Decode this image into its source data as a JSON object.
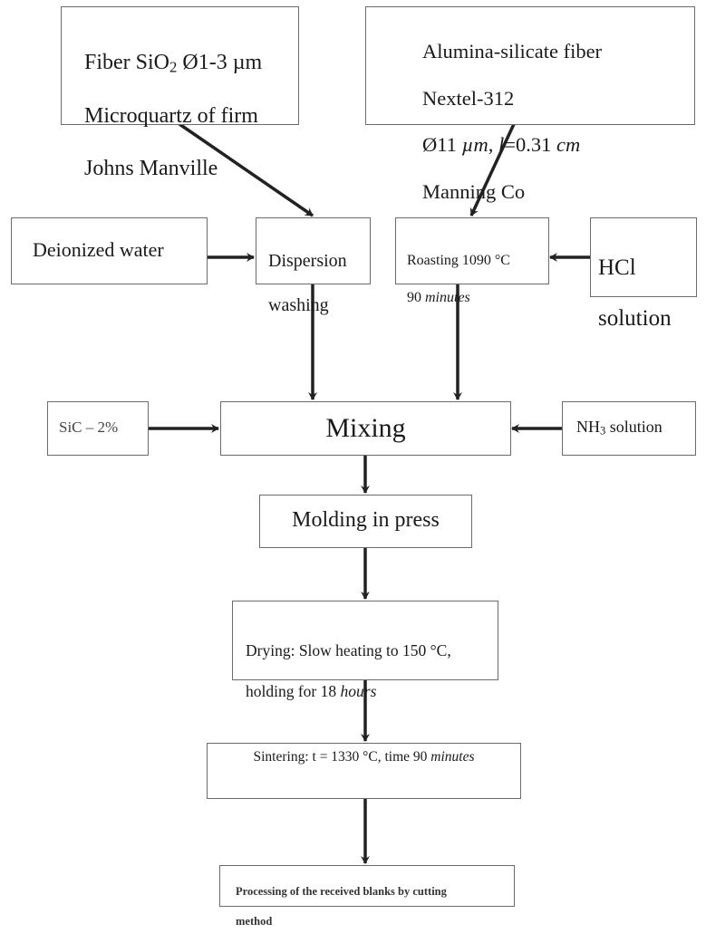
{
  "diagram": {
    "type": "process-flowchart",
    "nodes": {
      "fiber_sio2": {
        "lines": [
          "Fiber SiO",
          "2",
          " Ø1-3 µm",
          "Microquartz of firm",
          "Johns Manville"
        ],
        "line1_main": "Fiber SiO",
        "line1_sub": "2",
        "line1_rest": " Ø1-3 µm",
        "line2": "Microquartz of firm",
        "line3": "Johns Manville"
      },
      "alumina_fiber": {
        "line1": "Alumina-silicate fiber",
        "line2": "Nextel-312",
        "line3_a": "Ø11 ",
        "line3_unit1": "µm",
        "line3_b": ", ",
        "line3_l": "l",
        "line3_c": "=0.31 ",
        "line3_unit2": "cm",
        "line4": "Manning Co"
      },
      "deionized_water": {
        "label": "Deionized water"
      },
      "dispersion_washing": {
        "line1": "Dispersion",
        "line2": "washing"
      },
      "roasting": {
        "line1": "Roasting 1090 °C",
        "line2_num": "90 ",
        "line2_unit": "minutes"
      },
      "hcl_solution": {
        "line1": "HCl",
        "line2": "solution"
      },
      "sic": {
        "label": "SiC – 2%"
      },
      "mixing": {
        "label": "Mixing"
      },
      "nh3_solution": {
        "main": "NH",
        "sub": "3",
        "rest": " solution"
      },
      "molding": {
        "label": "Molding in press"
      },
      "drying": {
        "line1": "Drying: Slow heating to 150 °C,",
        "line2_a": "holding for 18 ",
        "line2_unit": "hours"
      },
      "sintering": {
        "text_a": "Sintering: t = 1330 °C, time 90 ",
        "text_unit": "minutes"
      },
      "processing": {
        "line1": "Processing of the received blanks by cutting",
        "line2": "method"
      }
    },
    "edges": [
      {
        "from": "fiber_sio2",
        "to": "dispersion_washing"
      },
      {
        "from": "alumina_fiber",
        "to": "roasting"
      },
      {
        "from": "deionized_water",
        "to": "dispersion_washing"
      },
      {
        "from": "hcl_solution",
        "to": "roasting"
      },
      {
        "from": "dispersion_washing",
        "to": "mixing"
      },
      {
        "from": "roasting",
        "to": "mixing"
      },
      {
        "from": "sic",
        "to": "mixing"
      },
      {
        "from": "nh3_solution",
        "to": "mixing"
      },
      {
        "from": "mixing",
        "to": "molding"
      },
      {
        "from": "molding",
        "to": "drying"
      },
      {
        "from": "drying",
        "to": "sintering"
      },
      {
        "from": "sintering",
        "to": "processing"
      }
    ],
    "colors": {
      "border": "#6b6b6b",
      "arrow": "#222222",
      "text": "#1a1a1a",
      "background": "#ffffff"
    }
  }
}
